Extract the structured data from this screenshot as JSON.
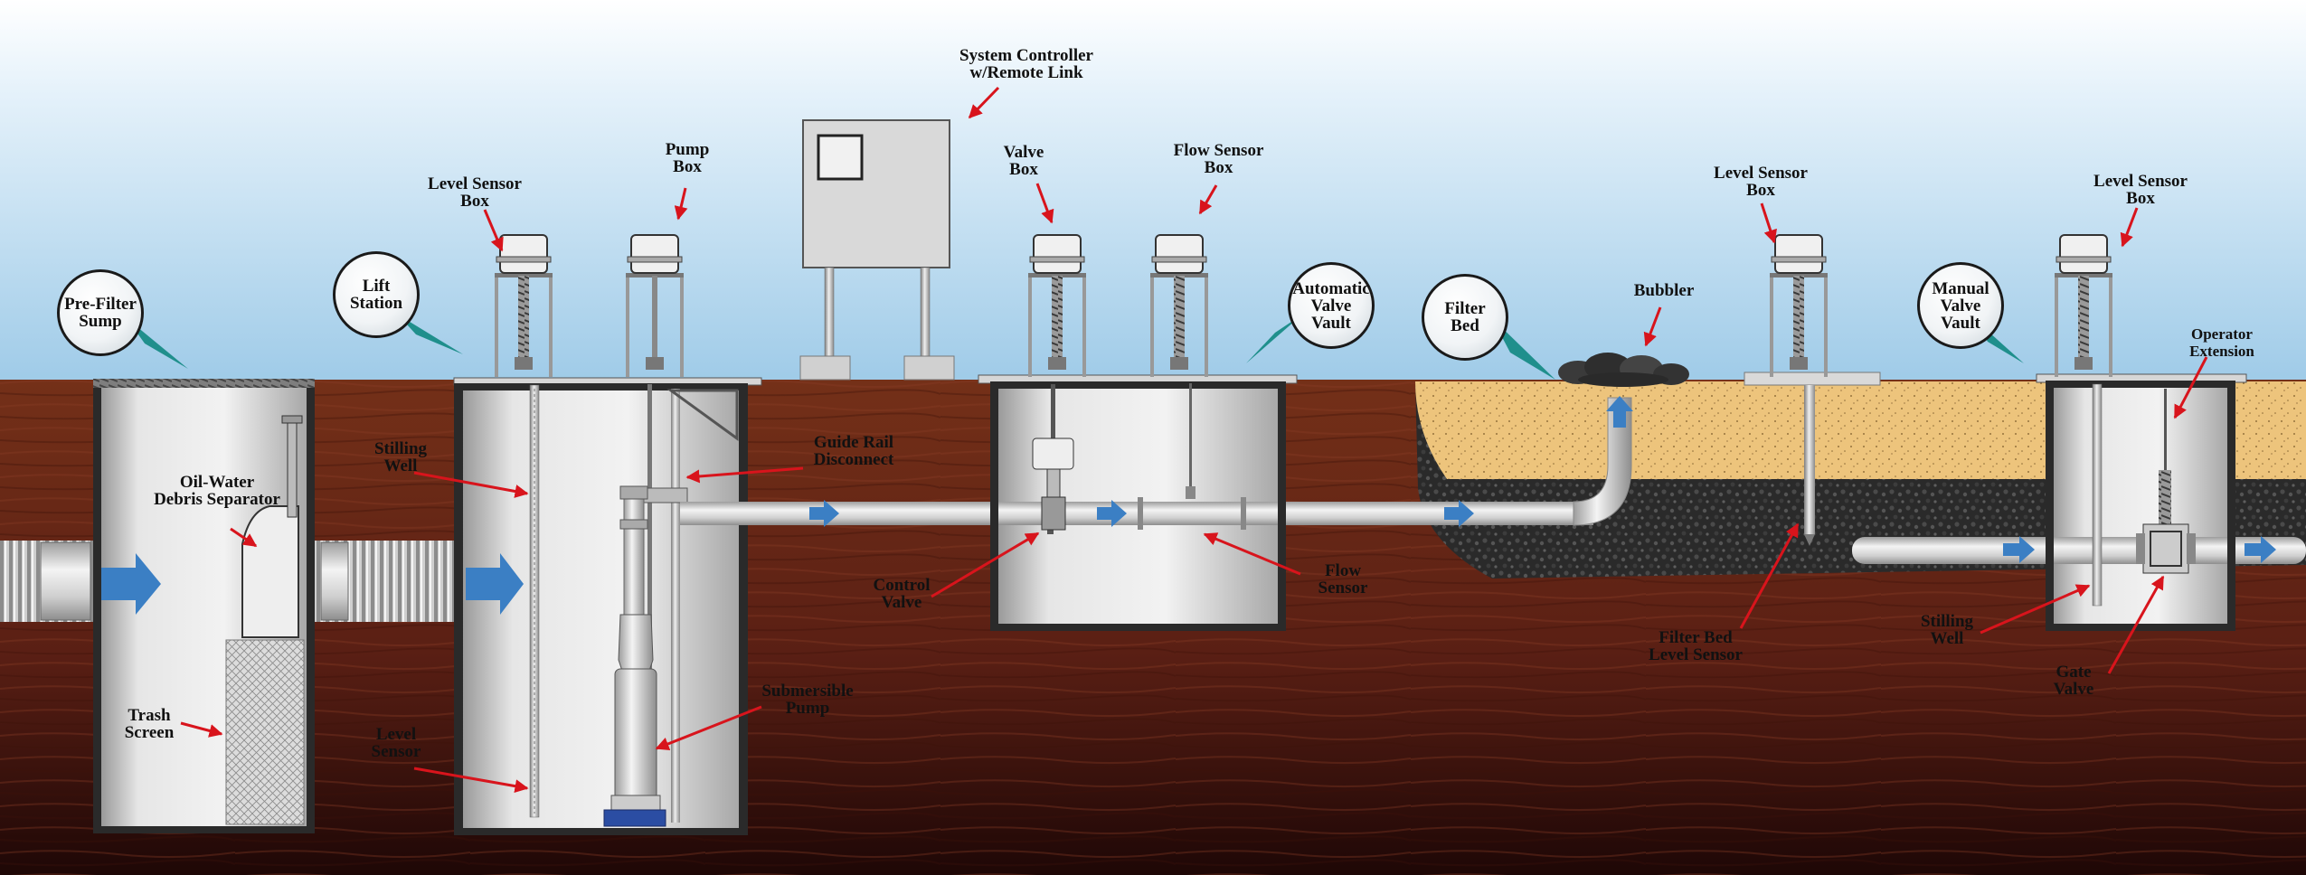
{
  "labels": {
    "pre_filter_sump": "Pre-Filter\nSump",
    "lift_station": "Lift\nStation",
    "level_sensor_box_1": "Level Sensor\nBox",
    "pump_box": "Pump\nBox",
    "system_controller": "System Controller\nw/Remote Link",
    "valve_box": "Valve\nBox",
    "flow_sensor_box": "Flow Sensor\nBox",
    "automatic_valve_vault": "Automatic\nValve\nVault",
    "filter_bed": "Filter\nBed",
    "bubbler": "Bubbler",
    "level_sensor_box_2": "Level Sensor\nBox",
    "manual_valve_vault": "Manual\nValve\nVault",
    "level_sensor_box_3": "Level Sensor\nBox",
    "operator_extension": "Operator\nExtension",
    "oil_water_separator": "Oil-Water\nDebris Separator",
    "trash_screen": "Trash\nScreen",
    "stilling_well_1": "Stilling\nWell",
    "guide_rail_disconnect": "Guide Rail\nDisconnect",
    "level_sensor": "Level\nSensor",
    "submersible_pump": "Submersible\nPump",
    "control_valve": "Control\nValve",
    "flow_sensor": "Flow\nSensor",
    "filter_bed_level_sensor": "Filter Bed\nLevel Sensor",
    "stilling_well_2": "Stilling\nWell",
    "gate_valve": "Gate\nValve"
  },
  "colors": {
    "sky_top": "#ffffff",
    "sky_bottom": "#9fcbe8",
    "soil": "#6e2a1a",
    "soil_dark": "#2a0b08",
    "sand": "#edc47c",
    "gravel": "#2b2b2b",
    "arrow_flow": "#3b7fc4",
    "pointer": "#d8141c",
    "callout_tail": "#1f8f8c"
  }
}
